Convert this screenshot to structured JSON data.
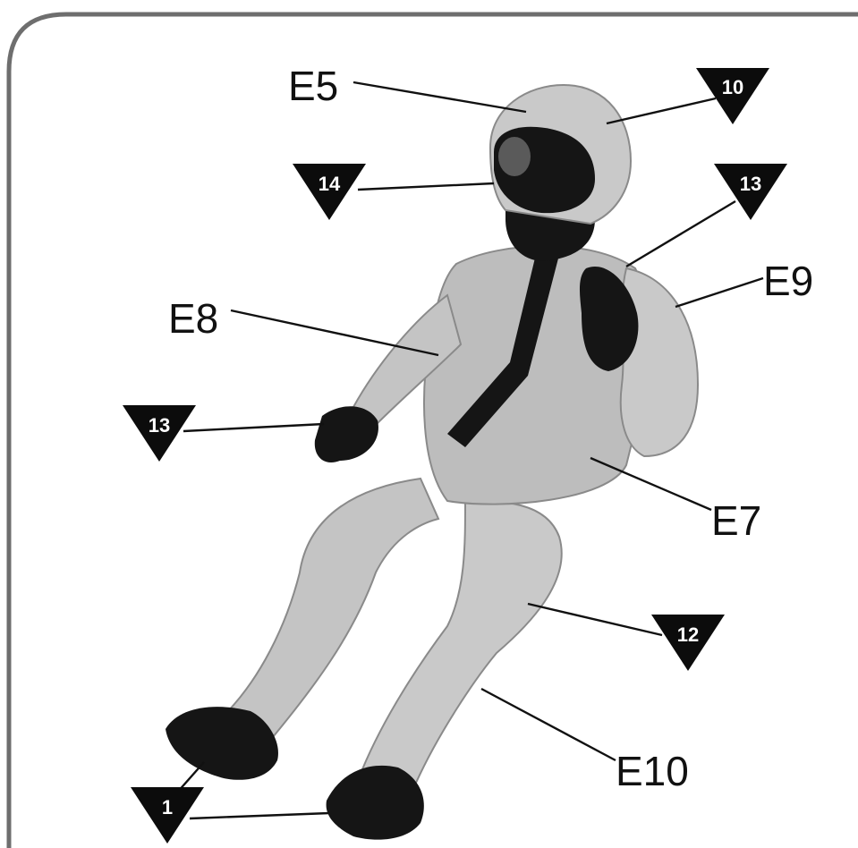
{
  "colors": {
    "frame": "#6e6e6e",
    "figure_light": "#c9c9c9",
    "figure_mid": "#a9a9a9",
    "figure_dark": "#151515",
    "marker": "#0c0c0c",
    "line": "#111111"
  },
  "part_labels": {
    "helmet": "E5",
    "right_arm": "E9",
    "left_arm": "E8",
    "torso": "E7",
    "legs": "E10"
  },
  "color_markers": {
    "helmet_top": "10",
    "visor": "14",
    "right_glove": "13",
    "left_glove": "13",
    "flight_suit": "12",
    "boots": "1"
  }
}
